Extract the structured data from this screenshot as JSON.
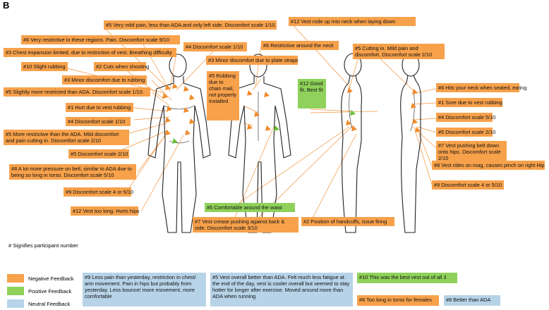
{
  "panel_letter": "B",
  "colors": {
    "negative": "#f7a14b",
    "positive": "#8fd15a",
    "neutral": "#b7d3e8",
    "line": "#f08a2a"
  },
  "labels": {
    "l01": "#5  Very mild pain, less than ADA and only left side. Discomfort scale 1/10.",
    "l02": "#6 Very restrictive in these regions. Pain. Discomfort scale 9/10",
    "l03": "#3 Chest  expansion limited, due to restriction of vest. Breathing difficulty",
    "l04": "#10 Slight rubbing",
    "l05": "#2 Cuts when shooting",
    "l06": "#3 Minor discomfort due to rubbing",
    "l07": "#5  Slightly more restricted than ADA. Discomfort scale 1/10.",
    "l08": "#1 Hurt due to vest rubbing",
    "l09": "#4 Discomfort scale 1/10",
    "l10": "#5 More restrictive than the ADA. Mild discomfort and pain cutting in. Discomfort scale 2/10",
    "l11": "#5 Discomfort scale 2/10",
    "l12": "#8 A lot more pressure on belt, similar to ADA due to being so long in torso. Discomfort scale 5/10",
    "l13": "#9 Discomfort scale 4 or 5/10",
    "l14": "#12 Vest too long. Hurts hips",
    "l15": "#4 Discomfort scale 1/10",
    "l16": "#6 Restrictive around the neck",
    "l17": "#3 Minor discomfort due to plate straps",
    "l18": "#5 Rubbing due to chain mail, not properly installed",
    "l19": "#12 Good fit, Best fit",
    "l20": "#12 Vest rode up into neck when laying down",
    "l21": "#5 Cutting in. Mild pain and discomfort. Discomfort scale 2/10",
    "l22": "#6 Hits your neck when seated, eating",
    "l23": "#1 Sore due to vest rubbing",
    "l24": "#4 Discomfort scale 5/10",
    "l25": "#5 Discomfort scale 2/10",
    "l26": "#7 Vest pushing belt down onto hips. Discomfort scale 2/10",
    "l27": "#8 Vest rides on mag, causes pinch on right Hip",
    "l28": "#9 Discomfort scale 4 or 5/10",
    "l29": "#6 Comfortable around the waist",
    "l30": "#7 Vest crease pushing against back & side. Discomfort scale 3/10",
    "l31": "#2 Position of handcuffs, issue firing"
  },
  "legend": {
    "note": "# Signifies participant number",
    "negative": "Negative Feedback",
    "positive": "Positive Feedback",
    "neutral": "Neutral Feedback"
  },
  "general": {
    "g1": "#9 Less pain than yesterday, restriction in chest/ arm movement. Pain in hips but probably from yesterday. Less bounce/ more movement, more comfortable",
    "g2": "#5 Vest overall better than ADA. Felt much less fatigue at the end of the day, vest is cooler overall but seemed to stay hotter for longer after exercise. Moved around more than ADA when running",
    "g3": "#10 This was the best vest out of all 3",
    "g4": "#8 Too long in torso for females",
    "g5": "#8 Better than ADA"
  }
}
